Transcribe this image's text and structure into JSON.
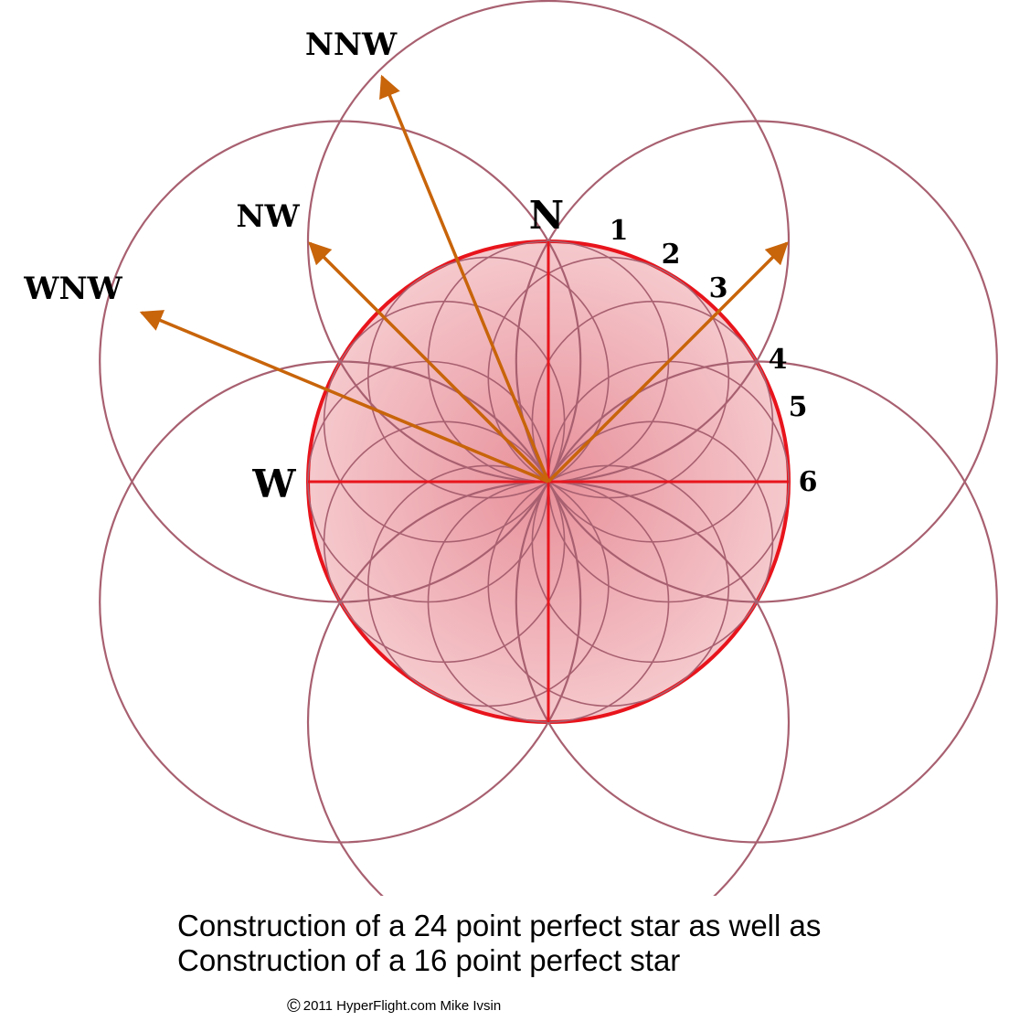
{
  "labels": {
    "north": "N",
    "west": "W",
    "northwest": "NW",
    "north_northwest": "NNW",
    "west_northwest": "WNW"
  },
  "points": [
    "1",
    "2",
    "3",
    "4",
    "5",
    "6"
  ],
  "caption": {
    "line1": "Construction of a 24 point perfect star as well as",
    "line2": "Construction of a 16 point perfect star"
  },
  "credit": {
    "symbol": "©",
    "text": "2011 HyperFlight.com Mike Ivsin"
  },
  "colors": {
    "outer_circles": "#a86070",
    "main_circle": "#e8141c",
    "main_fill_center": "#e89098",
    "main_fill_edge": "#f4c8cc",
    "arrows": "#c8640a"
  }
}
